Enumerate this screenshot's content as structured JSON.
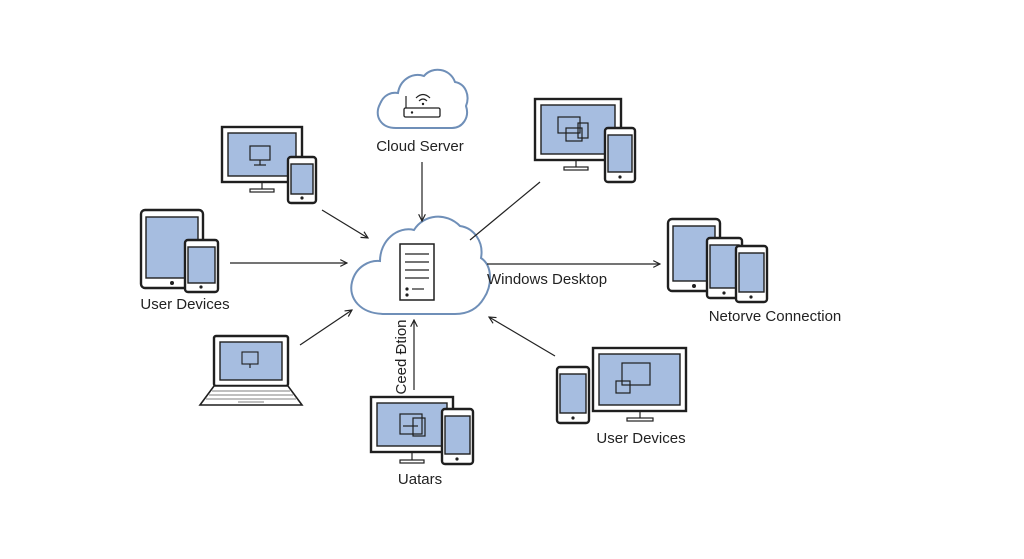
{
  "labels": {
    "cloud_server": "Cloud Server",
    "user_devices_left": "User Devices",
    "windows_desktop": "Windows Desktop",
    "network_connection": "Netorve Connection",
    "connection_vertical": "Ceed Ðtion",
    "user_devices_right": "User Devices",
    "uatars": "Uatars"
  },
  "colors": {
    "screen": "#a6bde0",
    "outline": "#1f1f1f",
    "cloud_stroke": "#6f8fb8",
    "line": "#222222"
  }
}
